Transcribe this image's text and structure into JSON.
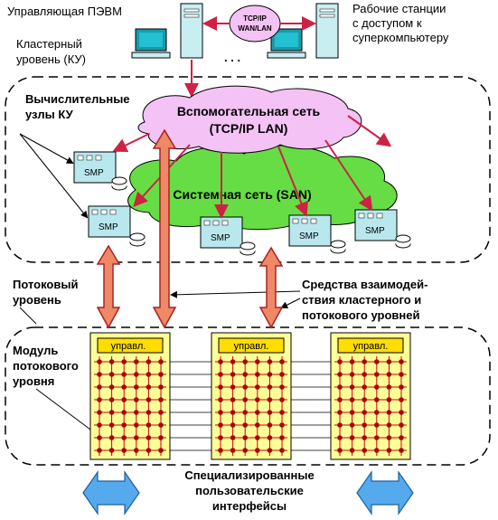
{
  "labels": {
    "control_pc": "Управляющая ПЭВМ",
    "workstations_1": "Рабочие станции",
    "workstations_2": "с доступом к",
    "workstations_3": "суперкомпьютеру",
    "tcpip_1": "TCP/IP",
    "tcpip_2": "WAN/LAN",
    "dots": ". . .",
    "cluster_level_1": "Кластерный",
    "cluster_level_2": "уровень (КУ)",
    "compute_nodes_1": "Вычислительные",
    "compute_nodes_2": "узлы КУ",
    "aux_net_1": "Вспомогательная сеть",
    "aux_net_2": "(TCP/IP LAN)",
    "system_net": "Системная сеть  (SAN)",
    "smp": "SMP",
    "stream_level_1": "Потоковый",
    "stream_level_2": "уровень",
    "interaction_1": "Средства взаимодей-",
    "interaction_2": "ствия кластерного и",
    "interaction_3": "потокового  уровней",
    "module_1": "Модуль",
    "module_2": "потокового",
    "module_3": "уровня",
    "ctrl_1": "управл.",
    "ctrl_2": "управл.",
    "ctrl_3": "управл.",
    "iface_1": "Специализированные",
    "iface_2": "пользовательские",
    "iface_3": "интерфейсы"
  },
  "colors": {
    "cloud_purple": "#f4c2f4",
    "cloud_green": "#66dd44",
    "smp_box": "#b8e8ee",
    "module_panel": "#ffff99",
    "grid_line": "#cc0000",
    "grid_node": "#aa0000",
    "thick_arrow": "#ee8866",
    "blue_arrow": "#55aaee",
    "red_link": "#cc2244"
  }
}
